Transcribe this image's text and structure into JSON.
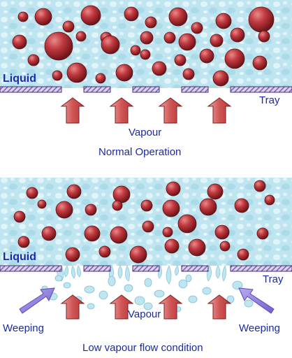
{
  "top": {
    "liquid_label": "Liquid",
    "tray_label": "Tray",
    "vapour_label": "Vapour",
    "caption": "Normal Operation"
  },
  "bottom": {
    "liquid_label": "Liquid",
    "tray_label": "Tray",
    "vapour_label": "Vapour",
    "weeping_left": "Weeping",
    "weeping_right": "Weeping",
    "caption": "Low vapour flow condition"
  },
  "colors": {
    "liquid": "#bfe6f0",
    "bubble": "#b8343a",
    "tray": "#7a5ca8",
    "arrow": "#d05a5a",
    "weep_arrow": "#8a7ad8",
    "text": "#1a2aa0"
  }
}
